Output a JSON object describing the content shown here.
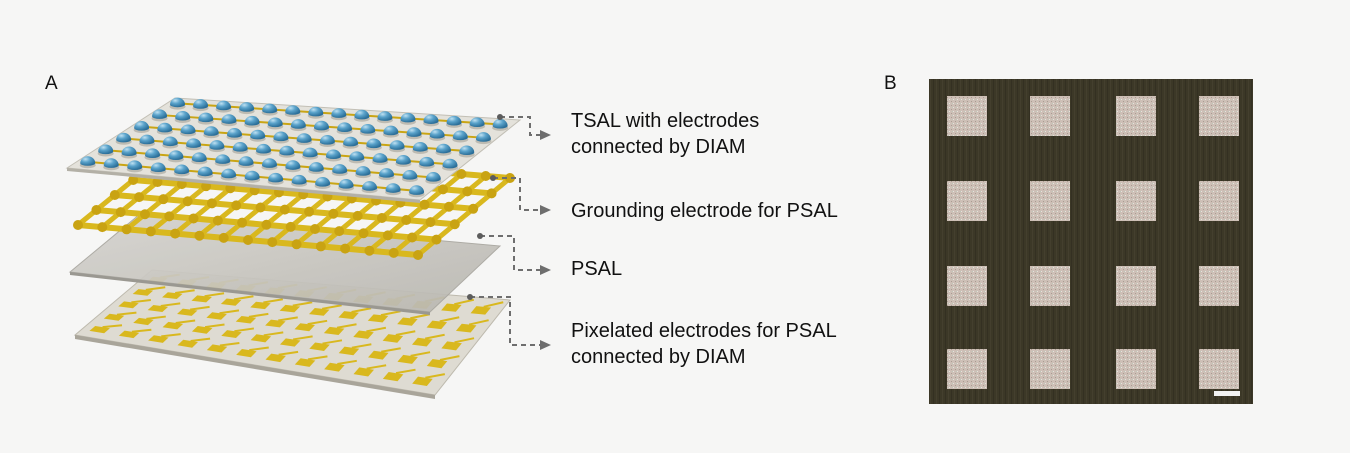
{
  "panel_a": {
    "label": "A",
    "annotations": [
      {
        "line1": "TSAL with electrodes",
        "line2": "connected by DIAM"
      },
      {
        "line1": "Grounding electrode for PSAL",
        "line2": ""
      },
      {
        "line1": "PSAL",
        "line2": ""
      },
      {
        "line1": "Pixelated electrodes for PSAL",
        "line2": "connected by DIAM"
      }
    ]
  },
  "panel_b": {
    "label": "B",
    "grid_rows": 4,
    "grid_cols": 4
  },
  "colors": {
    "background": "#f6f6f5",
    "gold": "#d9b81e",
    "dome_blue": "#4f98c2",
    "film_gray": "#c8c6c0",
    "micrograph_dark": "#3c3827",
    "pad_light": "#cdbfb6",
    "leader_gray": "#6e6e6e"
  }
}
